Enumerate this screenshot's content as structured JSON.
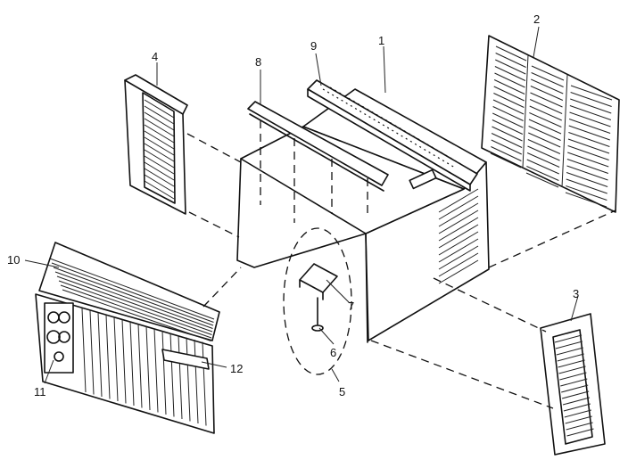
{
  "callouts": {
    "c1": "1",
    "c2": "2",
    "c3": "3",
    "c4": "4",
    "c5": "5",
    "c6": "6",
    "c7": "7",
    "c8": "8",
    "c9": "9",
    "c10": "10",
    "c11": "11",
    "c12": "12"
  },
  "colors": {
    "ink": "#111111",
    "paper": "#ffffff"
  }
}
